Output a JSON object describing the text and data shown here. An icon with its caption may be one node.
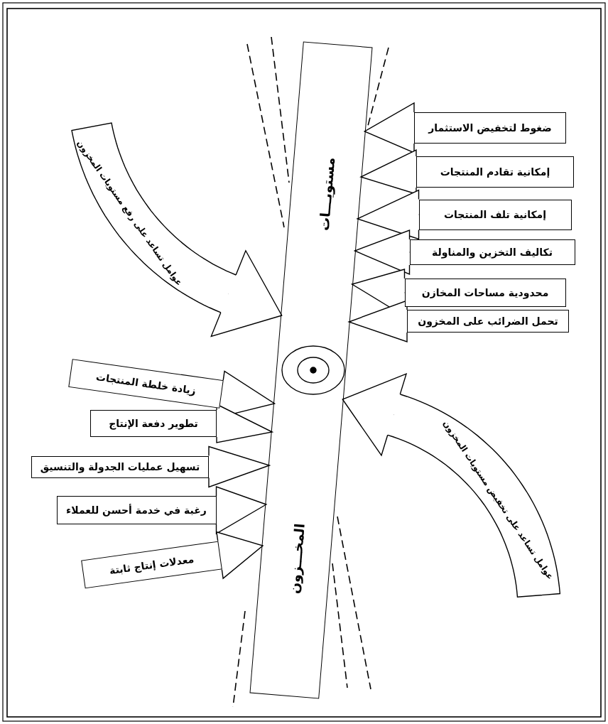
{
  "diagram": {
    "nodes": [
      {
        "text": [
          "عوامل تساعد على رفع مستويات المخزون"
        ]
      },
      {
        "text": [
          "ضغوط لتخفيض الاستثمار"
        ]
      },
      {
        "text": [
          "إمكانية تقادم المنتجات"
        ]
      },
      {
        "text": [
          "إمكانية تلف المنتجات"
        ]
      },
      {
        "text": [
          "تكاليف التخزين والمناولة"
        ]
      },
      {
        "text": [
          "محدودية مساحات المخازن"
        ]
      },
      {
        "text": [
          "تحمل الضرائب على المخزون"
        ]
      },
      {
        "text": [
          "مستويـــات",
          "المخـــزون"
        ]
      },
      {
        "text": [
          "زيادة خلطة المنتجات"
        ]
      },
      {
        "text": [
          "تطوير دفعة الإنتاج"
        ]
      },
      {
        "text": [
          "تسهيل عمليات الجدولة والتنسيق"
        ]
      },
      {
        "text": [
          "رغبة في خدمة أحسن للعملاء"
        ]
      },
      {
        "text": [
          "معدلات إنتاج ثابتة"
        ]
      },
      {
        "text": [
          "عوامل تساعد على تخفيض مستويات المخزون"
        ]
      }
    ],
    "edges": [
      {
        "from": 0,
        "to": 7,
        "arrow": "to"
      },
      {
        "from": 1,
        "to": 7,
        "arrow": "to"
      },
      {
        "from": 2,
        "to": 7,
        "arrow": "to"
      },
      {
        "from": 3,
        "to": 7,
        "arrow": "to"
      },
      {
        "from": 4,
        "to": 7,
        "arrow": "to"
      },
      {
        "from": 5,
        "to": 7,
        "arrow": "to"
      },
      {
        "from": 6,
        "to": 7,
        "arrow": "to"
      },
      {
        "from": 8,
        "to": 7,
        "arrow": "to"
      },
      {
        "from": 9,
        "to": 7,
        "arrow": "to"
      },
      {
        "from": 10,
        "to": 7,
        "arrow": "to"
      },
      {
        "from": 11,
        "to": 7,
        "arrow": "to"
      },
      {
        "from": 12,
        "to": 7,
        "arrow": "to"
      },
      {
        "from": 13,
        "to": 7,
        "arrow": "to"
      }
    ]
  }
}
